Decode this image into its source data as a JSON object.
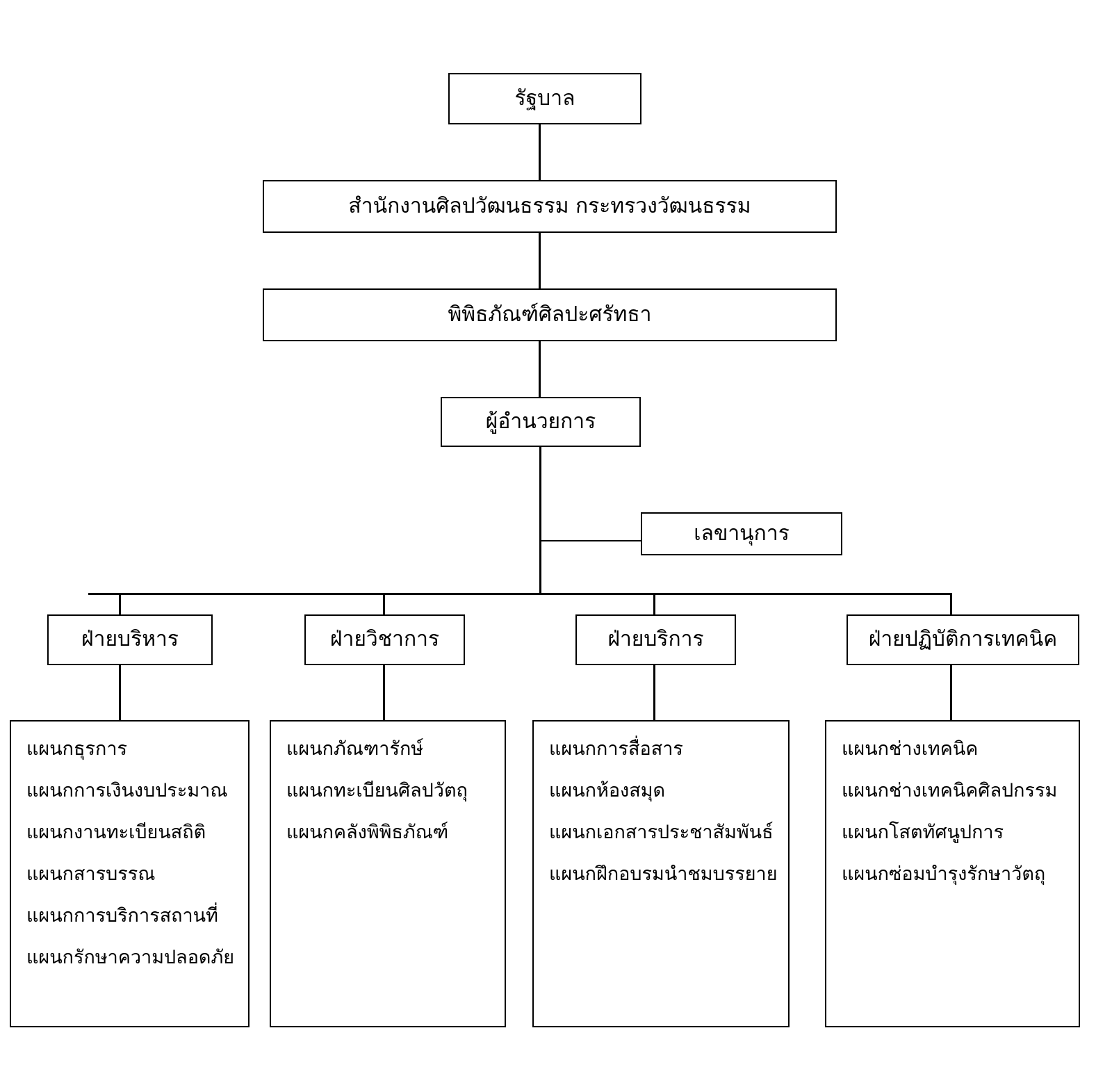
{
  "diagram": {
    "type": "organization-chart",
    "title_text": "",
    "colors": {
      "line": "#000000",
      "box_border": "#000000",
      "background": "#ffffff",
      "text": "#000000"
    },
    "nodes": {
      "government": {
        "label": "รัฐบาล"
      },
      "ministry_office": {
        "label": "สำนักงานศิลปวัฒนธรรม กระทรวงวัฒนธรรม"
      },
      "museum": {
        "label": "พิพิธภัณฑ์ศิลปะศรัทธา"
      },
      "director": {
        "label": "ผู้อำนวยการ"
      },
      "secretary": {
        "label": "เลขานุการ"
      }
    },
    "departments": [
      {
        "label": "ฝ่ายบริหาร",
        "sections": [
          "แผนกธุรการ",
          "แผนกการเงินงบประมาณ",
          "แผนกงานทะเบียนสถิติ",
          "แผนกสารบรรณ",
          "แผนกการบริการสถานที่",
          "แผนกรักษาความปลอดภัย"
        ]
      },
      {
        "label": "ฝ่ายวิชาการ",
        "sections": [
          "แผนกภัณฑารักษ์",
          "แผนกทะเบียนศิลปวัตถุ",
          "แผนกคลังพิพิธภัณฑ์"
        ]
      },
      {
        "label": "ฝ่ายบริการ",
        "sections": [
          "แผนกการสื่อสาร",
          "แผนกห้องสมุด",
          "แผนกเอกสารประชาสัมพันธ์",
          "แผนกฝึกอบรมนำชมบรรยาย"
        ]
      },
      {
        "label": "ฝ่ายปฏิบัติการเทคนิค",
        "sections": [
          "แผนกช่างเทคนิค",
          "แผนกช่างเทคนิคศิลปกรรม",
          "แผนกโสตทัศนูปการ",
          "แผนกซ่อมบำรุงรักษาวัตถุ"
        ]
      }
    ]
  }
}
